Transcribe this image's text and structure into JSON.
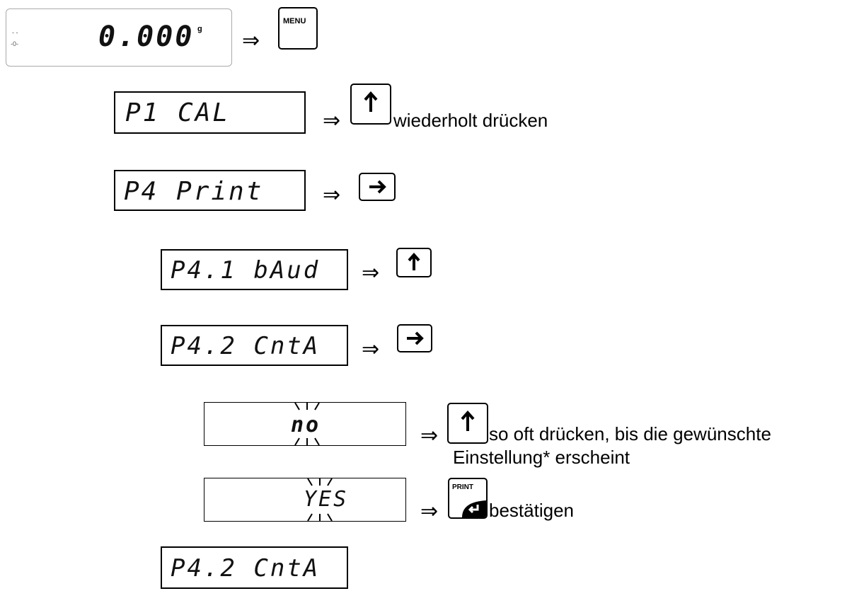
{
  "arrow_symbol": "⇒",
  "steps": [
    {
      "display": "0.000",
      "display_sub_left_top": "- -",
      "display_sub_left_bottom": "-0-",
      "display_unit": "g",
      "key": "MENU",
      "key_icon": "menu-key-icon",
      "description": ""
    },
    {
      "display": "P1   CAL",
      "key_icon": "up-arrow-key-icon",
      "description": "wiederholt drücken"
    },
    {
      "display": "P4 Print",
      "key_icon": "right-arrow-key-icon",
      "description": ""
    },
    {
      "display": "P4.1 bAud",
      "key_icon": "up-arrow-key-icon",
      "description": ""
    },
    {
      "display": "P4.2 CntA",
      "key_icon": "right-arrow-key-icon",
      "description": ""
    },
    {
      "display": "no",
      "blinking": true,
      "key_icon": "up-arrow-key-icon",
      "description_line1": "so oft drücken, bis die gewünschte",
      "description_line2": "Einstellung* erscheint"
    },
    {
      "display": "YES",
      "blinking": true,
      "key": "PRINT",
      "key_icon": "print-enter-key-icon",
      "description": "bestätigen"
    },
    {
      "display": "P4.2 CntA"
    }
  ]
}
